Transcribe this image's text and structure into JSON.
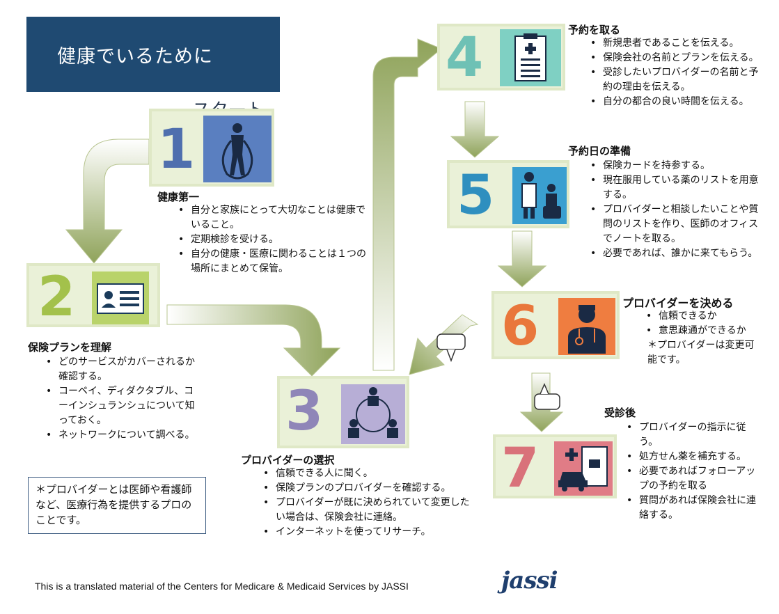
{
  "header": {
    "title": "健康でいるために",
    "start_label": "スタート"
  },
  "steps": {
    "s1": {
      "number": "1",
      "title": "健康第一",
      "items": [
        "自分と家族にとって大切なことは健康でいること。",
        "定期検診を受ける。",
        "自分の健康・医療に関わることは１つの場所にまとめて保管。"
      ]
    },
    "s2": {
      "number": "2",
      "title": "保険プランを理解",
      "items": [
        "どのサービスがカバーされるか確認する。",
        "コーペイ、ディダクタブル、コーインシュランシュについて知っておく。",
        "ネットワークについて調べる。"
      ]
    },
    "s3": {
      "number": "3",
      "title": "プロバイダーの選択",
      "items": [
        "信頼できる人に聞く。",
        "保険プランのプロバイダーを確認する。",
        "プロバイダーが既に決められていて変更したい場合は、保険会社に連絡。",
        "インターネットを使ってリサーチ。"
      ]
    },
    "s4": {
      "number": "4",
      "title": "予約を取る",
      "items": [
        "新規患者であることを伝える。",
        "保険会社の名前とプランを伝える。",
        "受診したいプロバイダーの名前と予約の理由を伝える。",
        "自分の都合の良い時間を伝える。"
      ]
    },
    "s5": {
      "number": "5",
      "title": "予約日の準備",
      "items": [
        "保険カードを持参する。",
        "現在服用している薬のリストを用意する。",
        "プロバイダーと相談したいことや質問のリストを作り、医師のオフィスでノートを取る。",
        "必要であれば、誰かに来てもらう。"
      ]
    },
    "s6": {
      "number": "6",
      "title": "プロバイダーを決める",
      "items": [
        "信頼できるか",
        "意思疎通ができるか"
      ],
      "note": "＊プロバイダーは変更可能です。"
    },
    "s7": {
      "number": "7",
      "title": "受診後",
      "items": [
        "プロバイダーの指示に従う。",
        "処方せん薬を補充する。",
        "必要であればフォローアップの予約を取る",
        "質問があれば保険会社に連絡する。"
      ]
    }
  },
  "note": "＊プロバイダーとは医師や看護師など、医療行為を提供するプロのことです。",
  "footer": {
    "text": "This is a translated material of the Centers for Medicare & Medicaid Services by JASSI",
    "logo": "jassi"
  },
  "colors": {
    "navy": "#1f4a72",
    "arrow": "#a3b46d",
    "num1": "#4f6fae",
    "num2": "#a3c14b",
    "num3": "#8f86b8",
    "num4": "#6ec1b5",
    "num5": "#2f8fbf",
    "num6": "#e9773b",
    "num7": "#d9727a"
  }
}
